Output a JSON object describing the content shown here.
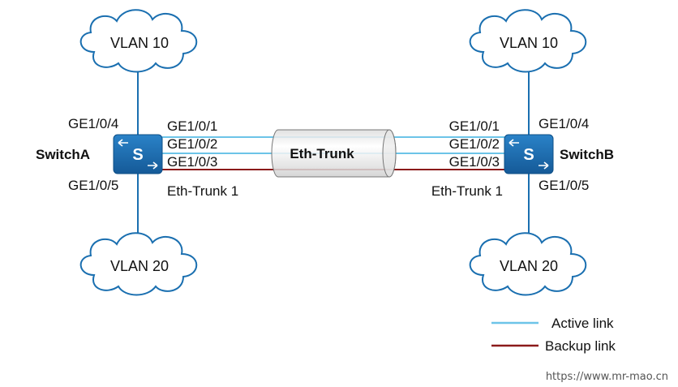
{
  "colors": {
    "active": "#6cc4e8",
    "backup": "#8b1a1a",
    "switch": "#1e6fb5",
    "tunnel_fill": "#ececec",
    "trunk_line": "#1a1a1a"
  },
  "icons": {
    "switch": "switch-icon",
    "cloud": "cloud-icon",
    "tunnel": "tunnel-icon"
  },
  "switches": {
    "a": {
      "name": "SwitchA",
      "glyph": "S"
    },
    "b": {
      "name": "SwitchB",
      "glyph": "S"
    }
  },
  "clouds": {
    "a_top": "VLAN 10",
    "a_bottom": "VLAN 20",
    "b_top": "VLAN 10",
    "b_bottom": "VLAN 20"
  },
  "ports": {
    "a_up": "GE1/0/4",
    "a_down": "GE1/0/5",
    "b_up": "GE1/0/4",
    "b_down": "GE1/0/5",
    "a_links": [
      "GE1/0/1",
      "GE1/0/2",
      "GE1/0/3"
    ],
    "b_links": [
      "GE1/0/1",
      "GE1/0/2",
      "GE1/0/3"
    ]
  },
  "links": [
    "active",
    "active",
    "backup"
  ],
  "trunk": {
    "label": "Eth-Trunk",
    "a_name": "Eth-Trunk 1",
    "b_name": "Eth-Trunk 1"
  },
  "legend": {
    "active": "Active link",
    "backup": "Backup link"
  },
  "watermark": "https://www.mr-mao.cn"
}
